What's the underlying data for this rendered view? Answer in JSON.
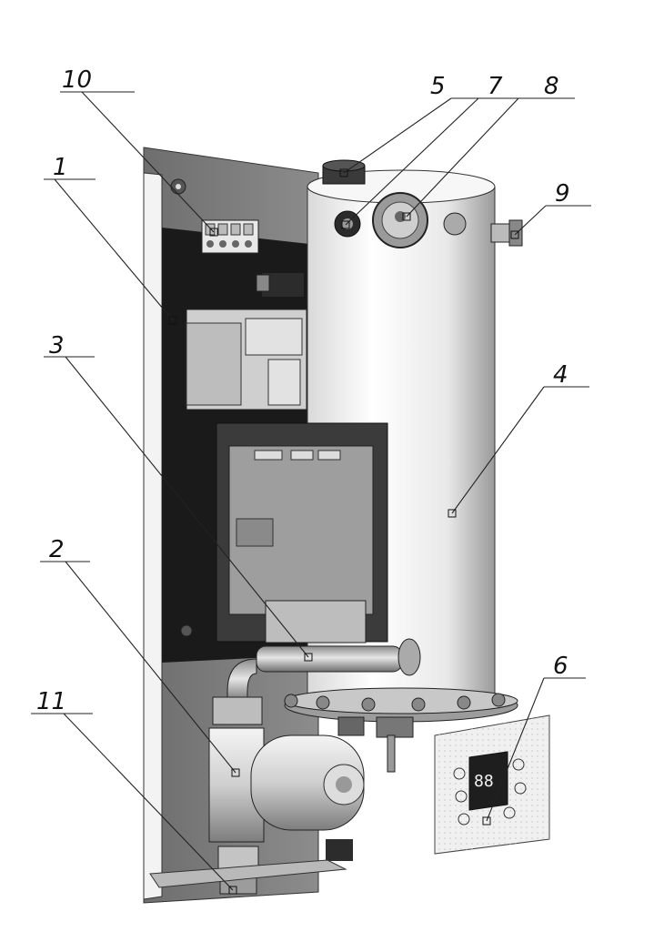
{
  "callouts": [
    {
      "id": "c1",
      "number": "1"
    },
    {
      "id": "c2",
      "number": "2"
    },
    {
      "id": "c3",
      "number": "3"
    },
    {
      "id": "c4",
      "number": "4"
    },
    {
      "id": "c5",
      "number": "5"
    },
    {
      "id": "c6",
      "number": "6"
    },
    {
      "id": "c7",
      "number": "7"
    },
    {
      "id": "c8",
      "number": "8"
    },
    {
      "id": "c9",
      "number": "9"
    },
    {
      "id": "c10",
      "number": "10"
    },
    {
      "id": "c11",
      "number": "11"
    }
  ],
  "control_panel": {
    "display_text": "88"
  }
}
